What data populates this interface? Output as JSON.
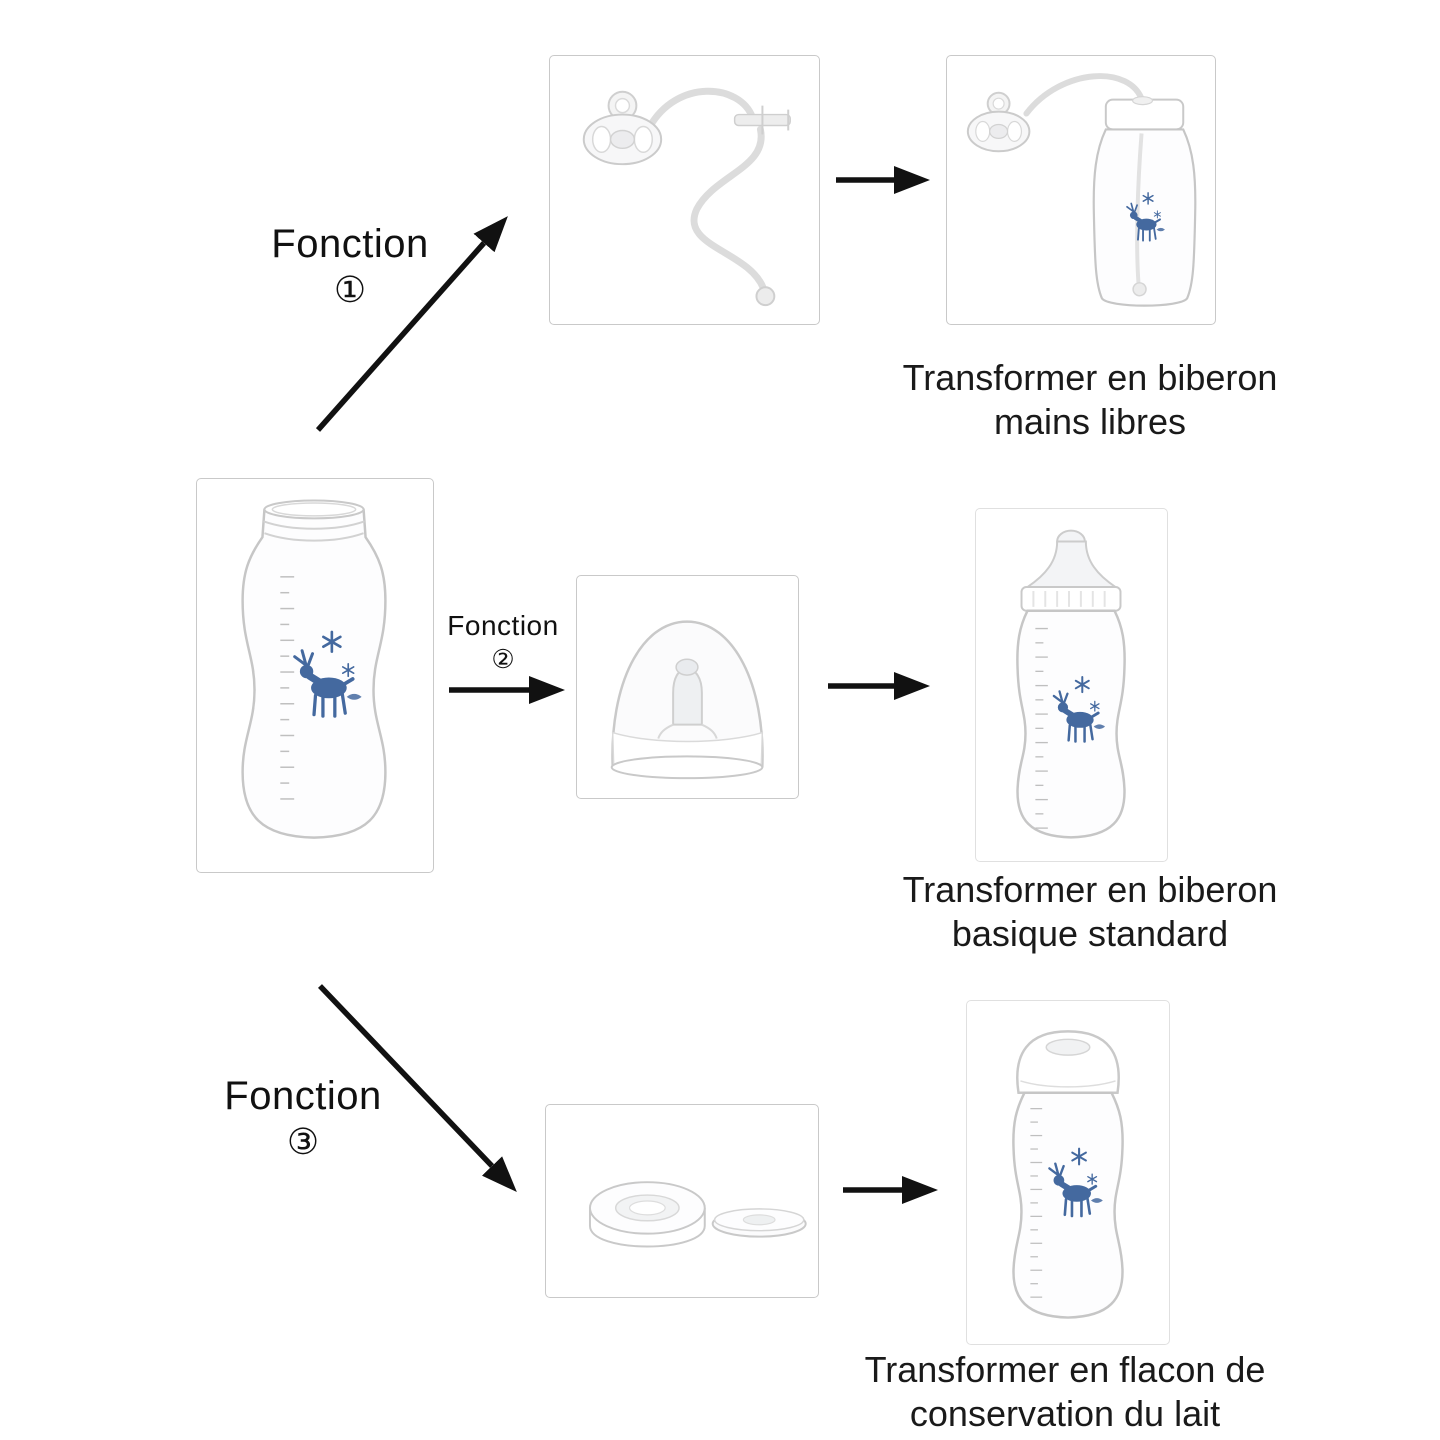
{
  "page": {
    "background": "#ffffff"
  },
  "functions": [
    {
      "label": "Fonction",
      "number": "①",
      "caption_line1": "Transformer en biberon",
      "caption_line2": "mains libres"
    },
    {
      "label": "Fonction",
      "number": "②",
      "caption_line1": "Transformer en biberon",
      "caption_line2": "basique standard"
    },
    {
      "label": "Fonction",
      "number": "③",
      "caption_line1": "Transformer en flacon de",
      "caption_line2": "conservation du lait"
    }
  ],
  "illustrations": {
    "source_bottle": "wide-neck-baby-bottle-with-deer-print",
    "function1_parts": "pacifier-with-feeding-tube",
    "function1_result": "hands-free-bottle-with-tube-and-pacifier",
    "function2_parts": "teat-with-transparent-collar-cap",
    "function2_result": "standard-baby-bottle-with-teat",
    "function3_parts": "storage-lid-and-sealing-disc",
    "function3_result": "milk-storage-flask-with-lid"
  },
  "colors": {
    "arrow": "#111111",
    "outline": "#c9c9c9",
    "deer_blue": "#44699f",
    "text": "#1a1a1a",
    "box_border": "#cccccc"
  }
}
